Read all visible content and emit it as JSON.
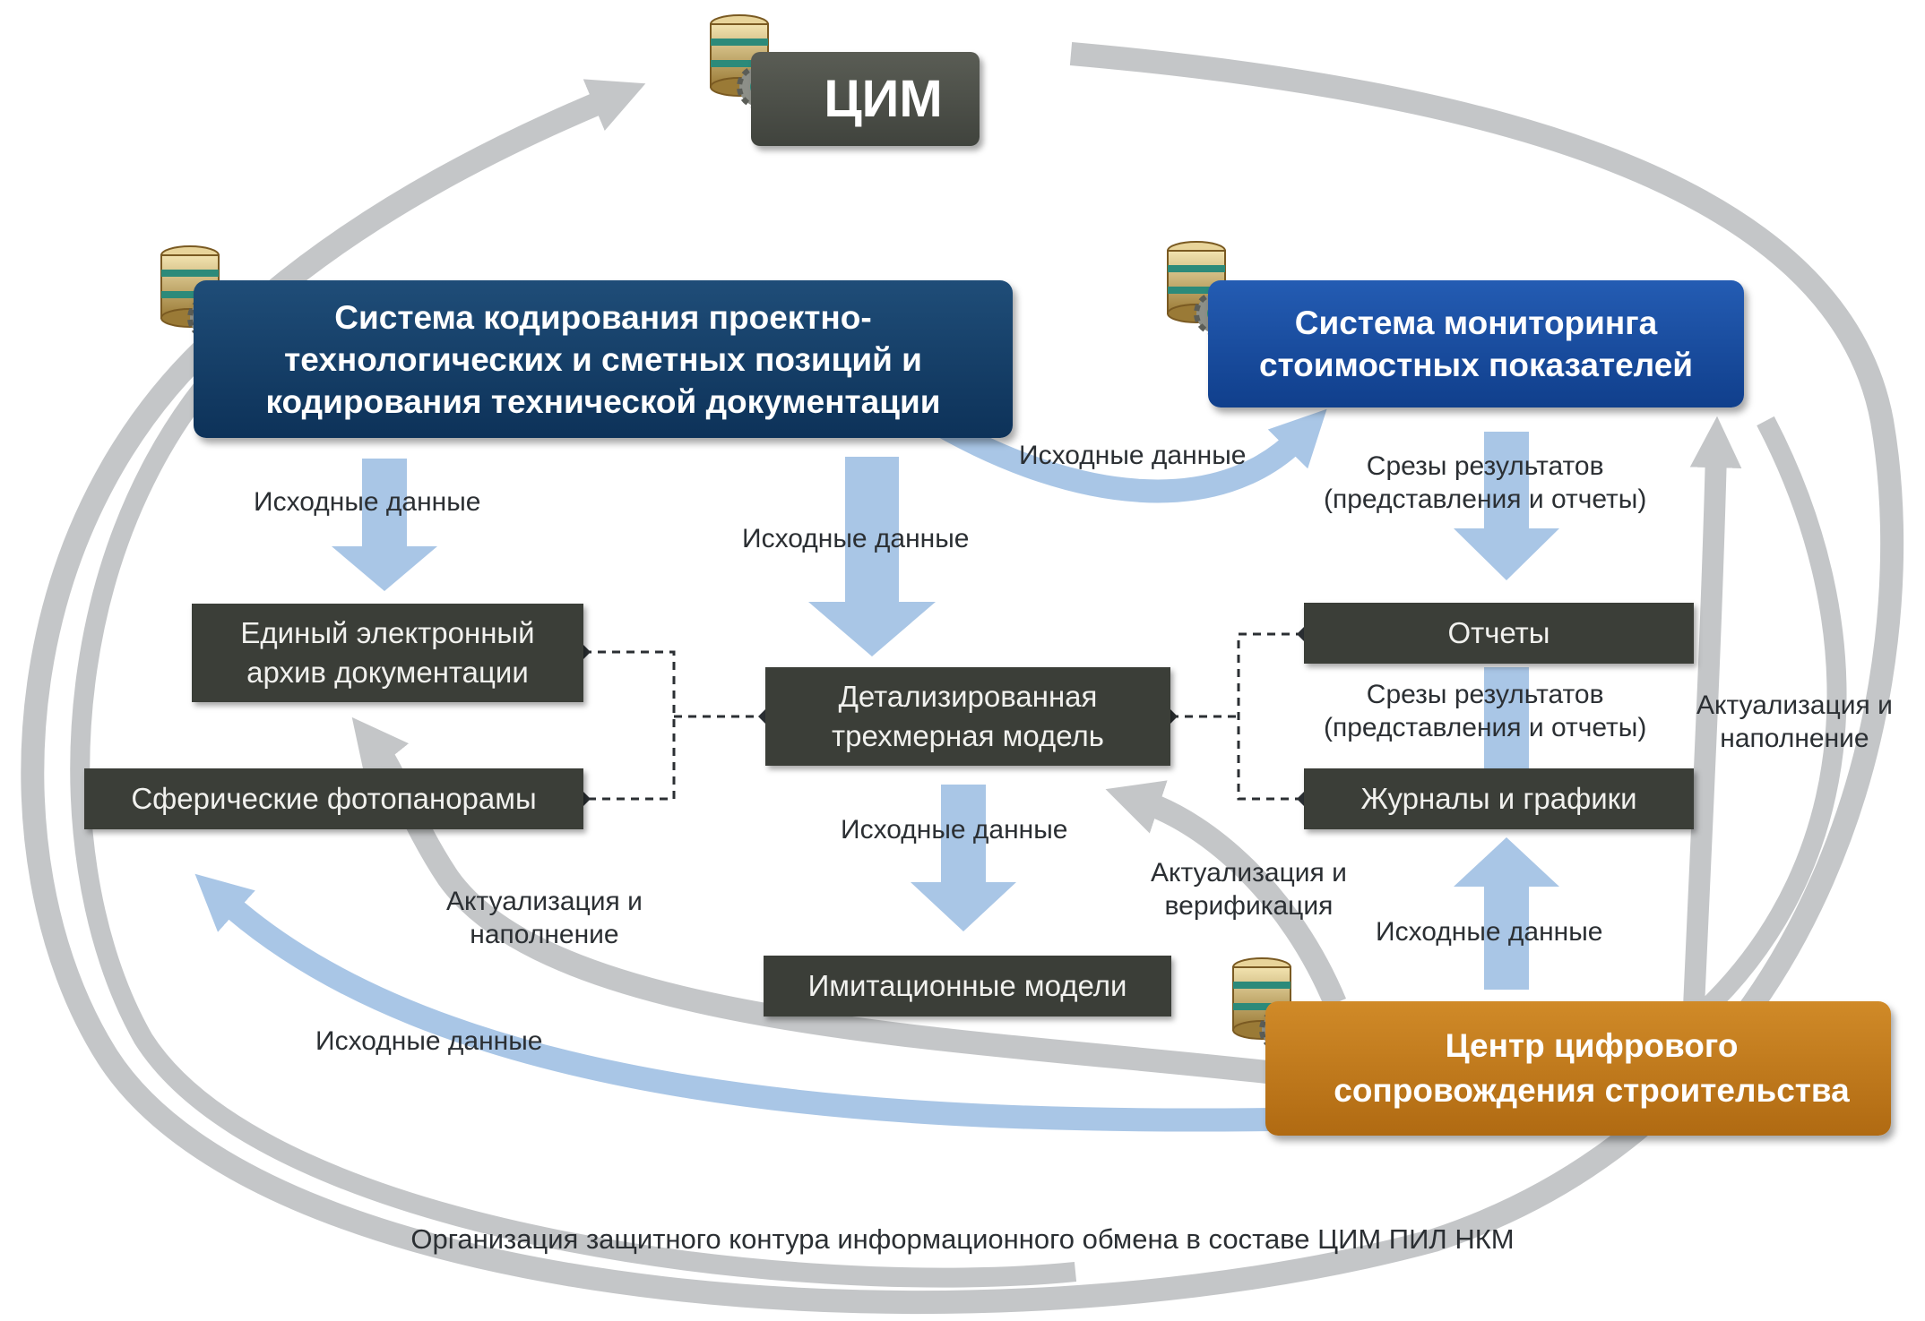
{
  "nodes": {
    "cim": "ЦИМ",
    "coding_system": "Система кодирования проектно-\nтехнологических и сметных позиций и\nкодирования технической документации",
    "monitoring_system": "Система мониторинга\nстоимостных показателей",
    "archive": "Единый электронный\nархив документации",
    "panoramas": "Сферические фотопанорамы",
    "detailed_model": "Детализированная\nтрехмерная модель",
    "reports": "Отчеты",
    "journals": "Журналы и графики",
    "simulation": "Имитационные модели",
    "center": "Центр цифрового\nсопровождения строительства"
  },
  "labels": {
    "initial_data_coding_to_monitoring": "Исходные данные",
    "initial_data_left": "Исходные данные",
    "initial_data_center": "Исходные данные",
    "slices_top": "Срезы результатов\n(представления и отчеты)",
    "slices_middle": "Срезы результатов\n(представления и отчеты)",
    "actualization_right": "Актуализация и\nнаполнение",
    "initial_data_sim": "Исходные данные",
    "actualization_verification": "Актуализация и\nверификация",
    "initial_data_center_to_journals": "Исходные данные",
    "actualization_left": "Актуализация и\nнаполнение",
    "initial_data_bottom": "Исходные данные"
  },
  "caption": "Организация защитного контура информационного обмена в составе ЦИМ ПИЛ НКМ",
  "colors": {
    "navy": "#0d3259",
    "blue": "#103f8c",
    "orange": "#c07a1c",
    "dark": "#3b3e38",
    "flow_blue": "#a9c6e6",
    "flow_gray": "#c4c6c8"
  },
  "icons": [
    "database-gear-icon"
  ]
}
